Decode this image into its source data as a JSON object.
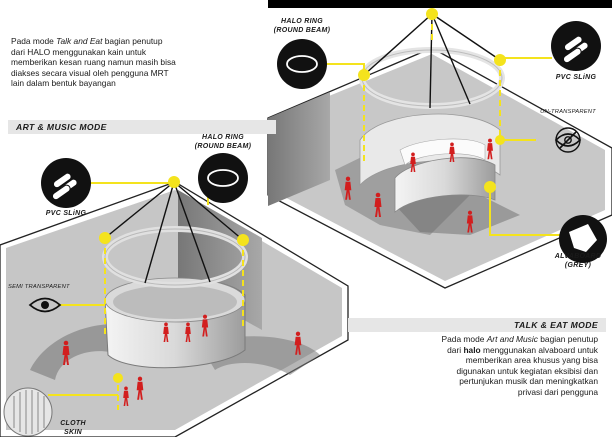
{
  "top_paragraph": {
    "line1_a": "Pada mode ",
    "line1_em": "Talk and Eat",
    "line1_b": " bagian penutup",
    "line2": "dari HALO menggunakan kain untuk",
    "line3": "memberikan kesan ruang namun masih bisa",
    "line4": "diakses secara visual oleh pengguna MRT",
    "line5": "lain dalam bentuk bayangan"
  },
  "modes": {
    "art_music": "ART & MUSIC MODE",
    "talk_eat": "TALK & EAT MODE"
  },
  "labels": {
    "halo_ring_top": [
      "HALO RING",
      "(ROUND BEAM)"
    ],
    "halo_ring_left": [
      "HALO RING",
      "(ROUND BEAM)"
    ],
    "pvc_sling_right": "PVC SLiNG",
    "pvc_sling_left": "PVC SLiNG",
    "un_transparent": "UN-TRANSPARENT",
    "semi_transparent": "SEMI TRANSPARENT",
    "alvaboard": [
      "ALVABOARD",
      "(GREY)"
    ],
    "cloth_skin": [
      "CLOTH",
      "SKIN"
    ]
  },
  "bottom_paragraph": {
    "line1_a": "Pada mode ",
    "line1_em": "Art and Music",
    "line1_b": " bagian penutup",
    "line2_a": "dari ",
    "line2_b": "halo",
    "line2_c": " menggunakan alvaboard untuk",
    "line3": "memberikan area khusus yang bisa",
    "line4": "digunakan untuk kegiatan eksibisi dan",
    "line5": "pertunjukan musik dan meningkatkan",
    "line6": "privasi dari pengguna"
  },
  "colors": {
    "accent_yellow": "#f4e31d",
    "people_red": "#d21e1e",
    "floor_grey": "#b5b5b5",
    "wall_grey": "#8e8e8e"
  },
  "icons": [
    "pvc-sling-icon",
    "halo-ring-icon",
    "eye-icon",
    "eye-crossed-icon",
    "alvaboard-icon",
    "cloth-skin-icon"
  ]
}
